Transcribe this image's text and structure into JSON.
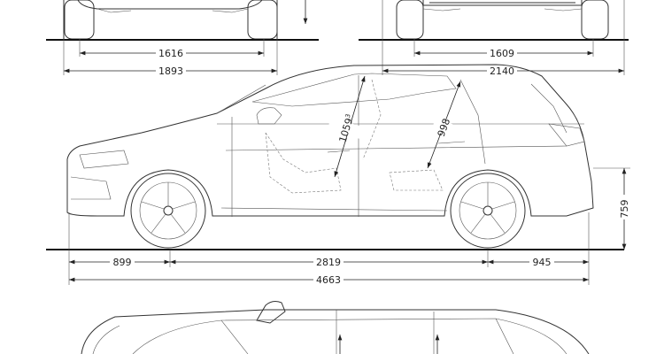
{
  "title": "Vehicle dimension drawing",
  "front_view": {
    "track": "1616",
    "width": "1893"
  },
  "rear_view": {
    "track": "1609",
    "width_mirrors": "2140"
  },
  "side_view": {
    "front_overhang": "899",
    "wheelbase": "2819",
    "rear_overhang": "945",
    "length": "4663",
    "front_headroom": "1059",
    "front_headroom_note": "3",
    "rear_headroom": "998",
    "loading_height": "759"
  }
}
